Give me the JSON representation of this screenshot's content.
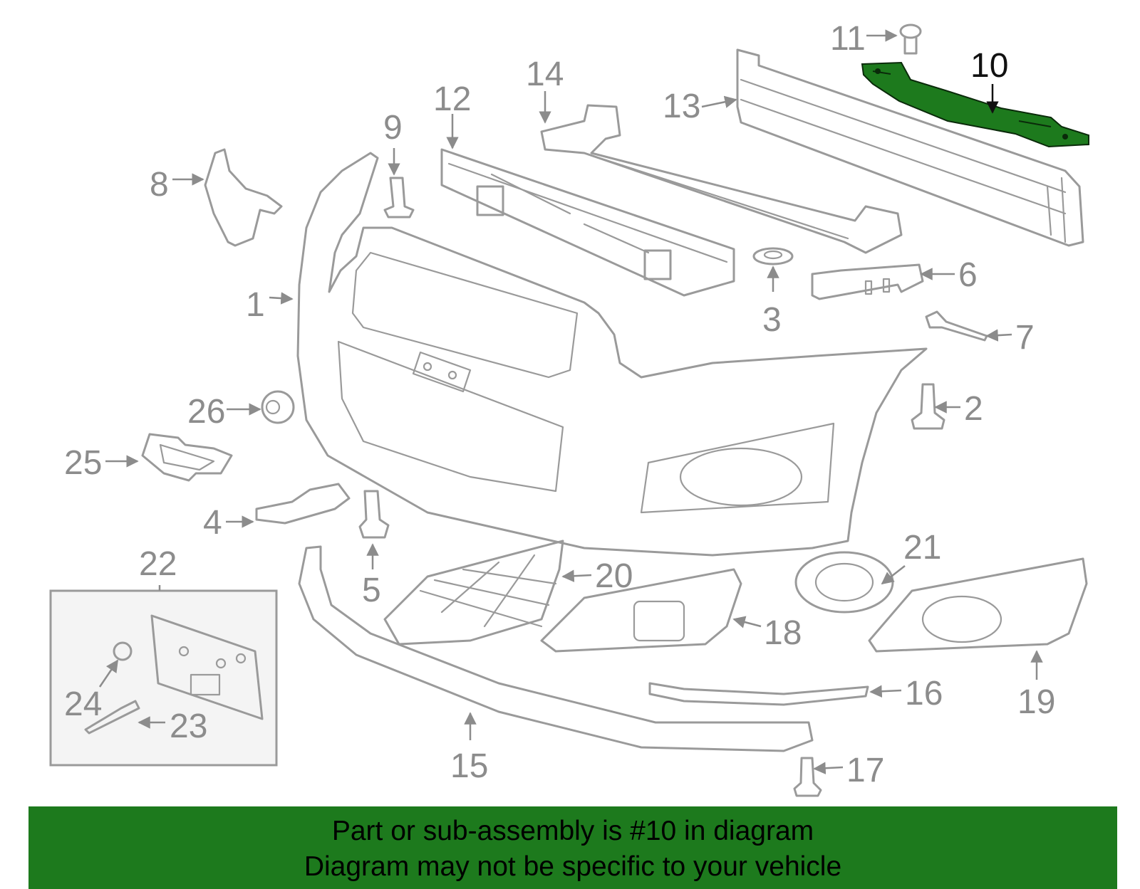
{
  "diagram": {
    "highlighted_part": "10",
    "colors": {
      "outline": "#9a9a9a",
      "callout": "#8c8c8c",
      "highlight_fill": "#1d7a1d",
      "highlight_label": "#111111",
      "inset_background": "#f4f4f4"
    },
    "callouts": [
      "1",
      "2",
      "3",
      "4",
      "5",
      "6",
      "7",
      "8",
      "9",
      "10",
      "11",
      "12",
      "13",
      "14",
      "15",
      "16",
      "17",
      "18",
      "19",
      "20",
      "21",
      "22",
      "23",
      "24",
      "25",
      "26"
    ]
  },
  "banner": {
    "line1": "Part or sub-assembly is #10 in diagram",
    "line2": "Diagram may not be specific to your vehicle",
    "background": "#1d7a1d"
  }
}
